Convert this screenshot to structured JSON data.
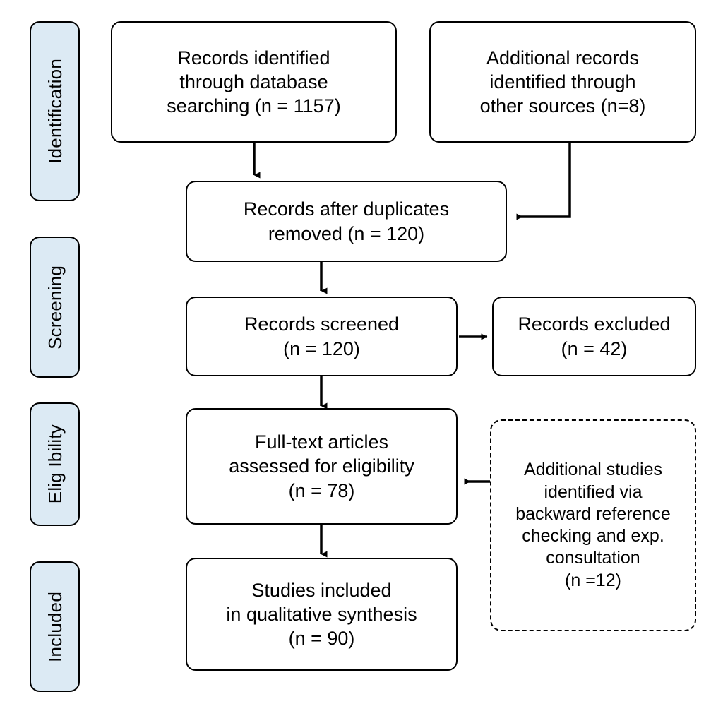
{
  "diagram": {
    "type": "prisma-flow-diagram",
    "title": "PRISMA study selection flow diagram",
    "phase_fill_color": "#dceaf4",
    "stroke_color": "#000000",
    "background_color": "#ffffff"
  },
  "phases": [
    {
      "id": "identification",
      "label": "Identification"
    },
    {
      "id": "screening",
      "label": "Screening"
    },
    {
      "id": "eligibility",
      "label": "Elig Ibility"
    },
    {
      "id": "included",
      "label": "Included"
    }
  ],
  "nodes": [
    {
      "id": "database-search",
      "text": "Records identified\nthrough database\nsearching (n = 1157)",
      "count": 1157,
      "style": "solid"
    },
    {
      "id": "other-sources",
      "text": "Additional records\nidentified through\nother sources (n=8)",
      "count": 8,
      "style": "solid"
    },
    {
      "id": "duplicates-removed",
      "text": "Records after duplicates\nremoved (n = 120)",
      "count": 120,
      "style": "solid"
    },
    {
      "id": "records-screened",
      "text": "Records screened\n(n = 120)",
      "count": 120,
      "style": "solid"
    },
    {
      "id": "records-excluded",
      "text": "Records excluded\n(n = 42)",
      "count": 42,
      "style": "solid"
    },
    {
      "id": "fulltext-assessed",
      "text": "Full-text articles\nassessed for eligibility\n(n = 78)",
      "count": 78,
      "style": "solid"
    },
    {
      "id": "additional-studies",
      "text": "Additional studies\nidentified via\nbackward reference\nchecking and exp.\nconsultation\n(n =12)",
      "count": 12,
      "style": "dashed"
    },
    {
      "id": "studies-included",
      "text": "Studies included\nin qualitative synthesis\n(n = 90)",
      "count": 90,
      "style": "solid"
    }
  ],
  "connectors": [
    {
      "id": "database-to-duplicates",
      "from": "database-search",
      "to": "duplicates-removed",
      "direction": "down"
    },
    {
      "id": "othersources-to-duplicates",
      "from": "other-sources",
      "to": "duplicates-removed",
      "direction": "elbow-left"
    },
    {
      "id": "duplicates-to-screened",
      "from": "duplicates-removed",
      "to": "records-screened",
      "direction": "down"
    },
    {
      "id": "screened-to-excluded",
      "from": "records-screened",
      "to": "records-excluded",
      "direction": "right"
    },
    {
      "id": "screened-to-fulltext",
      "from": "records-screened",
      "to": "fulltext-assessed",
      "direction": "down"
    },
    {
      "id": "additional-to-fulltext",
      "from": "additional-studies",
      "to": "fulltext-assessed",
      "direction": "left"
    },
    {
      "id": "fulltext-to-included",
      "from": "fulltext-assessed",
      "to": "studies-included",
      "direction": "down"
    }
  ]
}
